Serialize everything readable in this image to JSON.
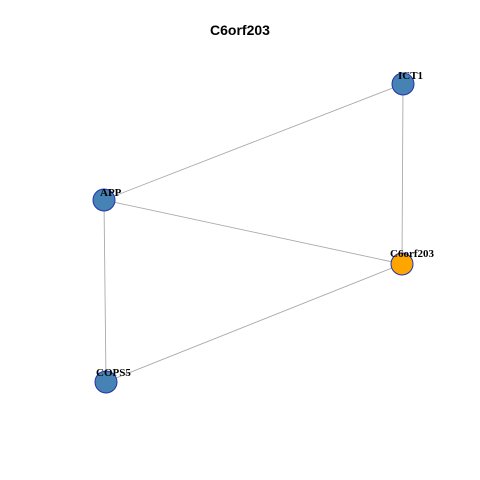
{
  "graph": {
    "title": "C6orf203",
    "colors": {
      "neighbor_fill": "#4682B4",
      "center_fill": "#FFA500",
      "node_stroke": "#2233AA",
      "edge": "#AAAAAA"
    },
    "nodes": [
      {
        "id": "ICT1",
        "label": "ICT1",
        "type": "neighbor"
      },
      {
        "id": "APP",
        "label": "APP",
        "type": "neighbor"
      },
      {
        "id": "C6orf203",
        "label": "C6orf203",
        "type": "center"
      },
      {
        "id": "COPS5",
        "label": "COPS5",
        "type": "neighbor"
      }
    ],
    "edges": [
      {
        "source": "APP",
        "target": "ICT1"
      },
      {
        "source": "ICT1",
        "target": "C6orf203"
      },
      {
        "source": "APP",
        "target": "C6orf203"
      },
      {
        "source": "APP",
        "target": "COPS5"
      },
      {
        "source": "COPS5",
        "target": "C6orf203"
      }
    ]
  }
}
